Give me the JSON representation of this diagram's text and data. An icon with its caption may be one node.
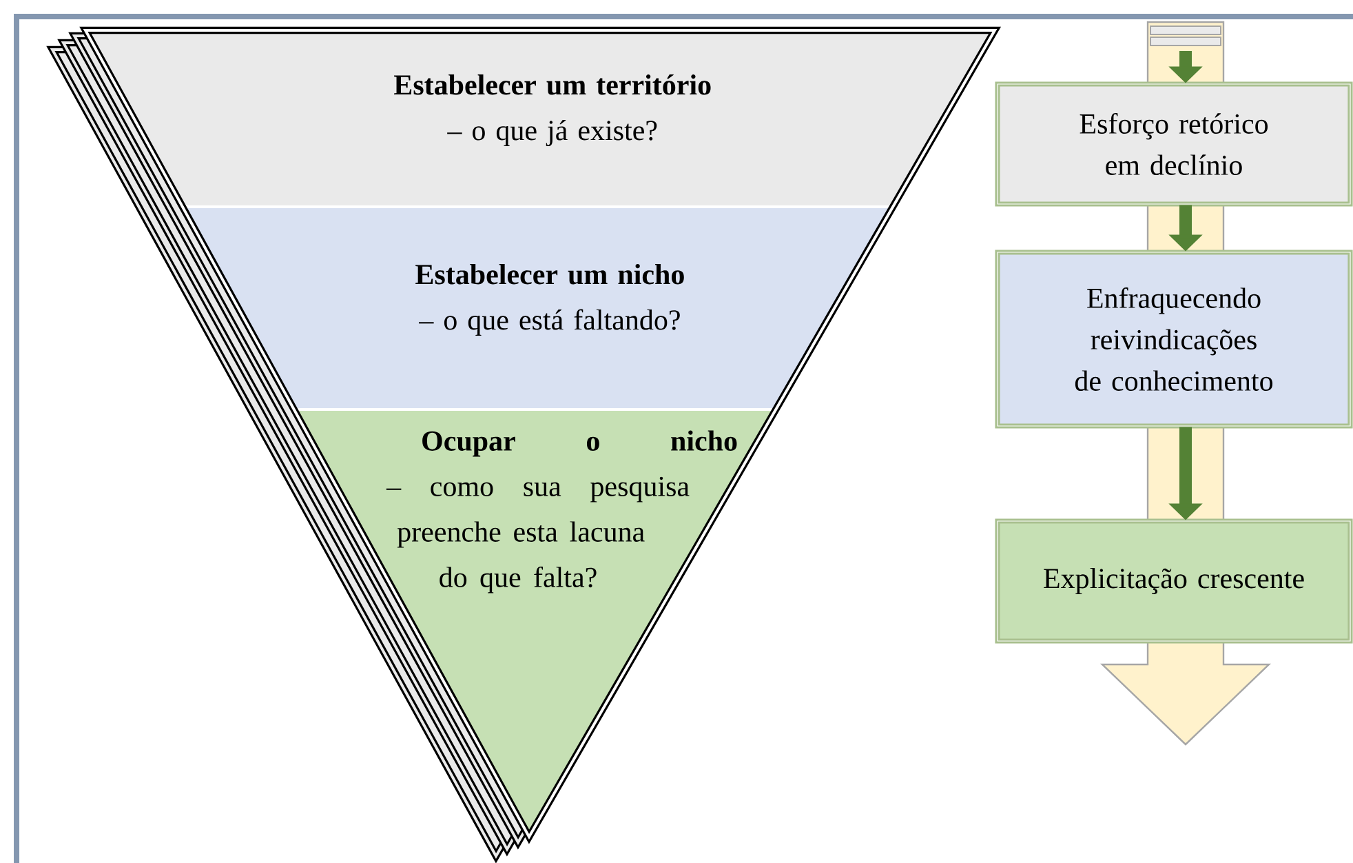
{
  "diagram": {
    "nodes": [
      {
        "text": [
          "**Estabelecer um território** – o que já existe?"
        ]
      },
      {
        "text": [
          "**Estabelecer um nicho** – o que está faltando?"
        ]
      },
      {
        "text": [
          "**Ocupar o nicho** – como sua pesquisa preenche esta lacuna do que falta?"
        ]
      },
      {
        "text": [
          "Esforço retórico em declínio"
        ]
      },
      {
        "text": [
          "Enfraquecendo reivindicações de conhecimento"
        ]
      },
      {
        "text": [
          "Explicitação crescente"
        ]
      }
    ],
    "edges": [
      {
        "from": null,
        "to": 3,
        "arrow": "to"
      },
      {
        "from": 3,
        "to": 4,
        "arrow": "to"
      },
      {
        "from": 4,
        "to": 5,
        "arrow": "to"
      }
    ]
  }
}
